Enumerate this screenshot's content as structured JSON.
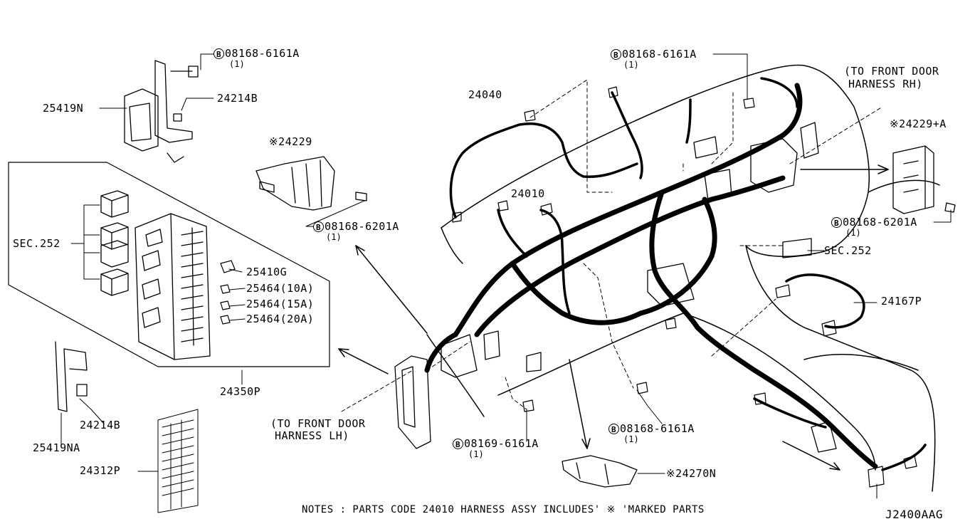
{
  "diagram_id": "J2400AAG",
  "notes": "NOTES : PARTS CODE 24010 HARNESS ASSY INCLUDES' ※ 'MARKED PARTS",
  "bolt_symbol": "B",
  "labels": {
    "p_25419N": "25419N",
    "p_24214B_top": "24214B",
    "p_08168_6161A_topleft": "08168-6161A",
    "p_08168_6161A_topleft_qty": "(1)",
    "p_24229": "※24229",
    "p_08168_6201A_left": "08168-6201A",
    "p_08168_6201A_left_qty": "(1)",
    "p_24040": "24040",
    "p_24010": "24010",
    "p_08168_6161A_top": "08168-6161A",
    "p_08168_6161A_top_qty": "(1)",
    "to_front_door_rh_1": "(TO FRONT DOOR",
    "to_front_door_rh_2": "HARNESS RH)",
    "p_24229_A": "※24229+A",
    "p_08168_6201A_right": "08168-6201A",
    "p_08168_6201A_right_qty": "(1)",
    "sec252_right": "SEC.252",
    "p_24167P": "24167P",
    "sec252_left": "SEC.252",
    "p_25410G": "25410G",
    "p_25464_10A": "25464(10A)",
    "p_25464_15A": "25464(15A)",
    "p_25464_20A": "25464(20A)",
    "p_24350P": "24350P",
    "p_24214B_bottom": "24214B",
    "p_25419NA": "25419NA",
    "p_24312P": "24312P",
    "to_front_door_lh_1": "(TO FRONT DOOR",
    "to_front_door_lh_2": "HARNESS LH)",
    "p_08169_6161A_bottom": "08169-6161A",
    "p_08169_6161A_bottom_qty": "(1)",
    "p_08168_6161A_bottomright": "08168-6161A",
    "p_08168_6161A_bottomright_qty": "(1)",
    "p_24270N": "※24270N"
  }
}
